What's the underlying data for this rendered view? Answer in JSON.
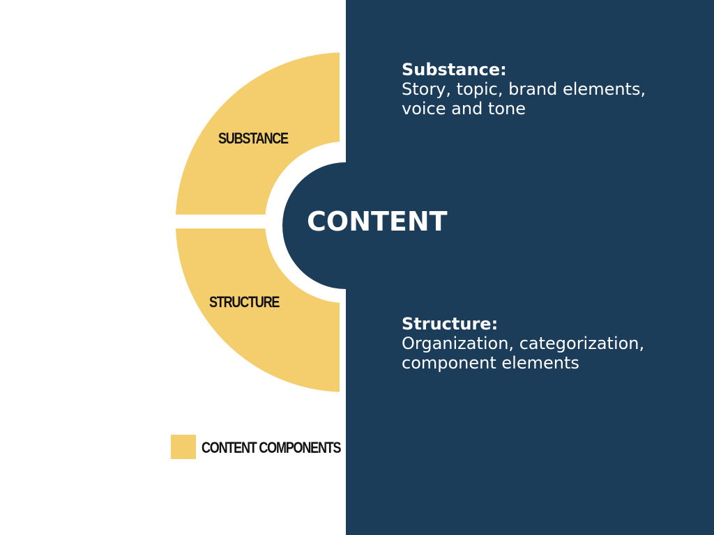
{
  "colors": {
    "accent": "#f4cd6c",
    "panel": "#1b3d5a",
    "background": "#ffffff"
  },
  "diagram": {
    "center": "CONTENT",
    "segments": [
      {
        "label": "SUBSTANCE"
      },
      {
        "label": "STRUCTURE"
      }
    ]
  },
  "descriptions": [
    {
      "heading": "Substance:",
      "body_lines": [
        "Story, topic, brand elements,",
        "voice and tone"
      ]
    },
    {
      "heading": "Structure:",
      "body_lines": [
        "Organization, categorization,",
        "component elements"
      ]
    }
  ],
  "legend": {
    "label": "CONTENT COMPONENTS"
  }
}
